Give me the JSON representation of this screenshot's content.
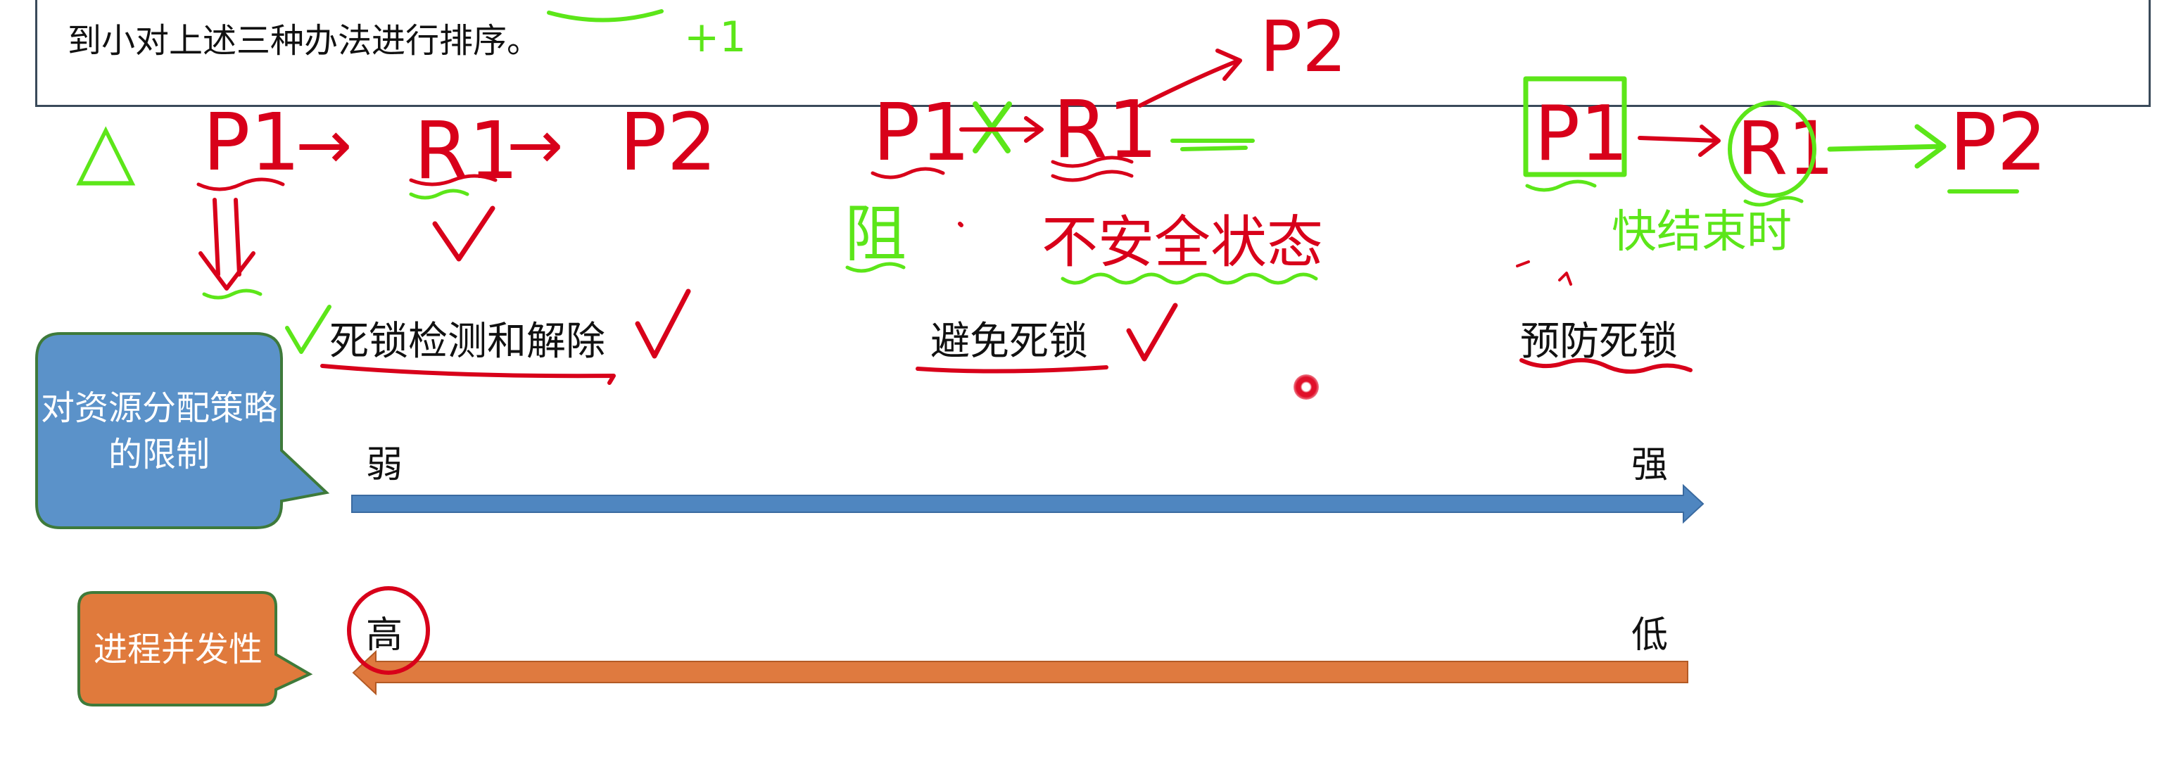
{
  "question": {
    "text": "到小对上述三种办法进行排序。"
  },
  "methods": [
    {
      "label": "死锁检测和解除"
    },
    {
      "label": "避免死锁"
    },
    {
      "label": "预防死锁"
    }
  ],
  "restriction": {
    "callout": "对资源分配策略的限制",
    "left_label": "弱",
    "right_label": "强",
    "color": "#5b92c9",
    "arrow_color": "#4f86c0"
  },
  "concurrency": {
    "callout": "进程并发性",
    "left_label": "高",
    "right_label": "低",
    "color": "#e07a3c",
    "arrow_color": "#df7a3f"
  },
  "annotations": {
    "plus_one": "+1",
    "flow1": [
      "P1",
      "→",
      "R1",
      "→",
      "P2"
    ],
    "flow2": [
      "P1",
      "R1",
      "P2"
    ],
    "flow3": [
      "P1",
      "R1",
      "P2"
    ],
    "blocked": "阻",
    "unsafe_state": "不安全状态",
    "fast_timing": "快结束时",
    "triangle": "△"
  },
  "colors": {
    "ink_red": "#d8001a",
    "ink_green": "#5ce619",
    "laser": "#e0102a"
  }
}
